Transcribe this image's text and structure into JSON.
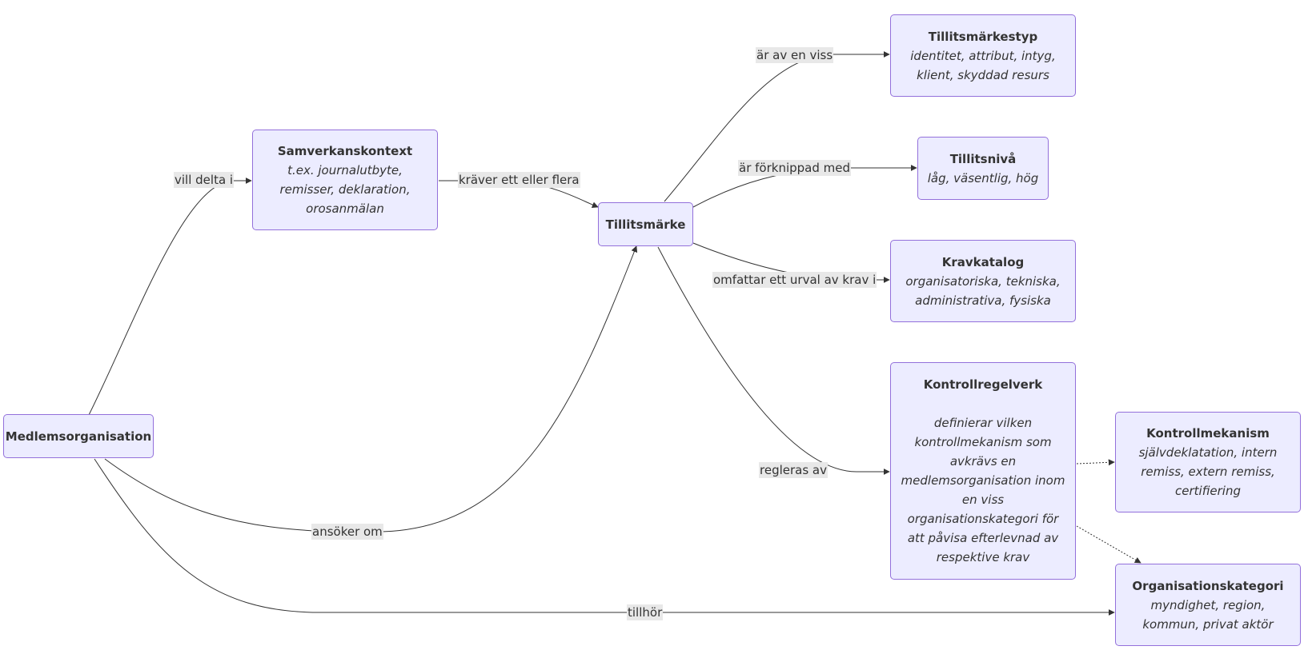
{
  "colors": {
    "node_fill": "#ececff",
    "node_border": "#9370db",
    "edge": "#333333",
    "label_bg": "#e8e8e8"
  },
  "nodes": {
    "medlemsorganisation": {
      "title": "Medlemsorganisation"
    },
    "samverkanskontext": {
      "title": "Samverkanskontext",
      "lines": [
        "t.ex. journalutbyte,",
        "remisser, deklaration,",
        "orosanmälan"
      ]
    },
    "tillitsmarke": {
      "title": "Tillitsmärke"
    },
    "tillitsmarkestyp": {
      "title": "Tillitsmärkestyp",
      "lines": [
        "identitet, attribut, intyg,",
        "klient, skyddad resurs"
      ]
    },
    "tillitsniva": {
      "title": "Tillitsnivå",
      "lines": [
        "låg, väsentlig, hög"
      ]
    },
    "kravkatalog": {
      "title": "Kravkatalog",
      "lines": [
        "organisatoriska, tekniska,",
        "administrativa, fysiska"
      ]
    },
    "kontrollregelverk": {
      "title": "Kontrollregelverk",
      "lines": [
        "definierar vilken",
        "kontrollmekanism som",
        "avkrävs en",
        "medlemsorganisation inom",
        "en viss",
        "organisationskategori för",
        "att påvisa efterlevnad av",
        "respektive krav"
      ]
    },
    "kontrollmekanism": {
      "title": "Kontrollmekanism",
      "lines": [
        "självdeklatation, intern",
        "remiss, extern remiss,",
        "certifiering"
      ]
    },
    "organisationskategori": {
      "title": "Organisationskategori",
      "lines": [
        "myndighet, region,",
        "kommun, privat aktör"
      ]
    }
  },
  "edges": {
    "vill_delta_i": "vill delta i",
    "kraver_ett_eller_flera": "kräver ett eller flera",
    "ar_av_en_viss": "är av en viss",
    "ar_forknippad_med": "är förknippad med",
    "omfattar_ett_urval_av_krav_i": "omfattar ett urval av krav i",
    "regleras_av": "regleras av",
    "ansoker_om": "ansöker om",
    "tillhor": "tillhör"
  }
}
